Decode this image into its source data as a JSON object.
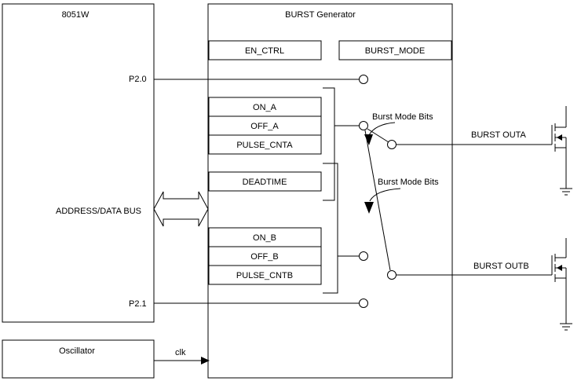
{
  "blocks": {
    "mcu": "8051W",
    "burst_gen": "BURST Generator",
    "oscillator": "Oscillator"
  },
  "registers": {
    "en_ctrl": "EN_CTRL",
    "burst_mode": "BURST_MODE",
    "on_a": "ON_A",
    "off_a": "OFF_A",
    "pulse_cnta": "PULSE_CNTA",
    "deadtime": "DEADTIME",
    "on_b": "ON_B",
    "off_b": "OFF_B",
    "pulse_cntb": "PULSE_CNTB"
  },
  "signals": {
    "p20": "P2.0",
    "p21": "P2.1",
    "bus": "ADDRESS/DATA BUS",
    "clk": "clk",
    "mode_bits_a": "Burst Mode Bits",
    "mode_bits_b": "Burst Mode Bits",
    "outa": "BURST OUTA",
    "outb": "BURST OUTB"
  }
}
